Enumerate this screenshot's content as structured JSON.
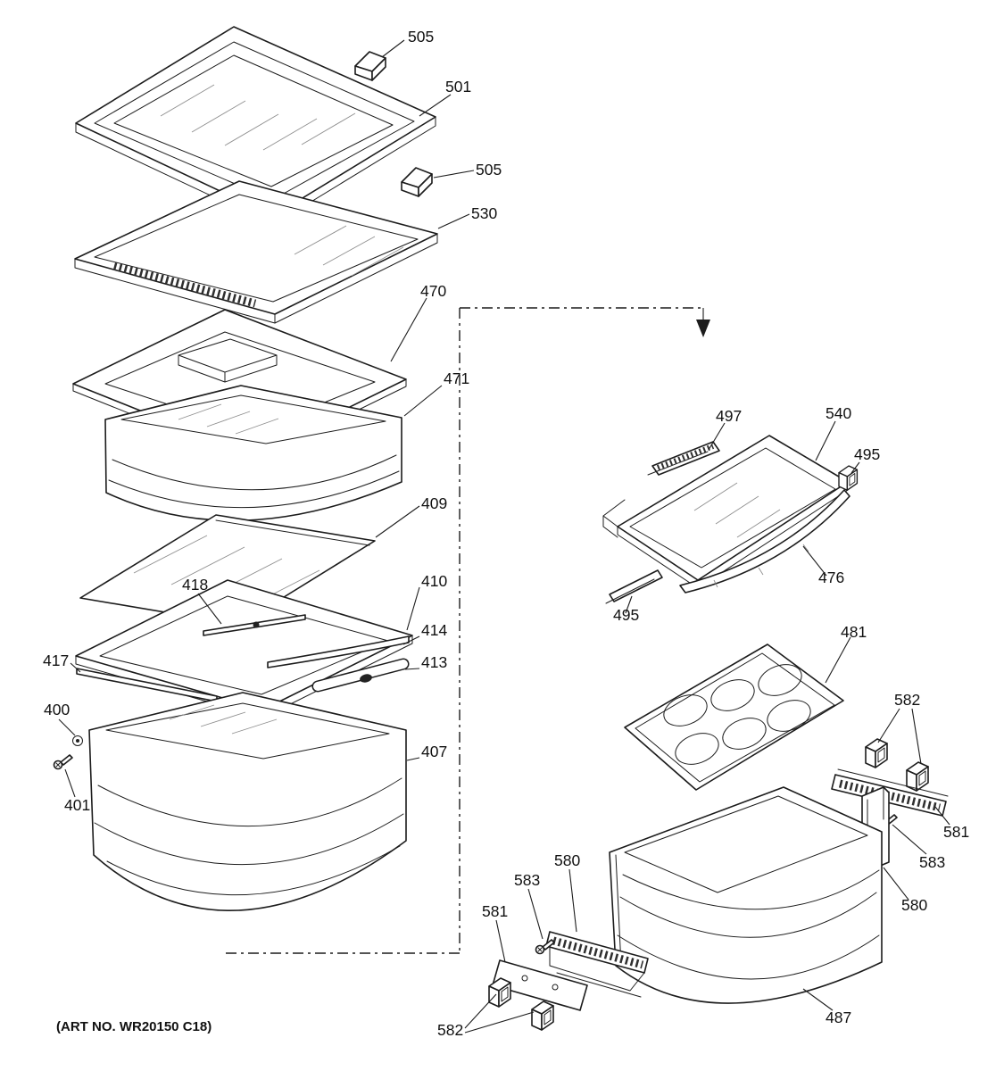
{
  "figure": {
    "art_no": "(ART NO. WR20150 C18)"
  },
  "callouts": {
    "clip_top": "505",
    "glass_shelf": "501",
    "clip_mid": "505",
    "slide_shelf": "530",
    "shelf_frame": "470",
    "middle_drawer": "471",
    "glass_pane": "409",
    "support_rod": "418",
    "pan_frame": "410",
    "front_trim": "414",
    "slide_rail": "417",
    "roller_handle": "413",
    "grommet": "400",
    "screw_front": "401",
    "lower_drawer": "407",
    "shelf_trim": "497",
    "gallery_shelf": "540",
    "end_cap_right": "495",
    "shelf_front": "476",
    "end_cap_left": "495",
    "egg_tray": "481",
    "clips_right": "582",
    "rail_right": "581",
    "screw_right": "583",
    "bracket_right": "580",
    "rail_left": "580",
    "screw_left": "583",
    "plate_left": "581",
    "clips_left": "582",
    "door_bin": "487"
  }
}
